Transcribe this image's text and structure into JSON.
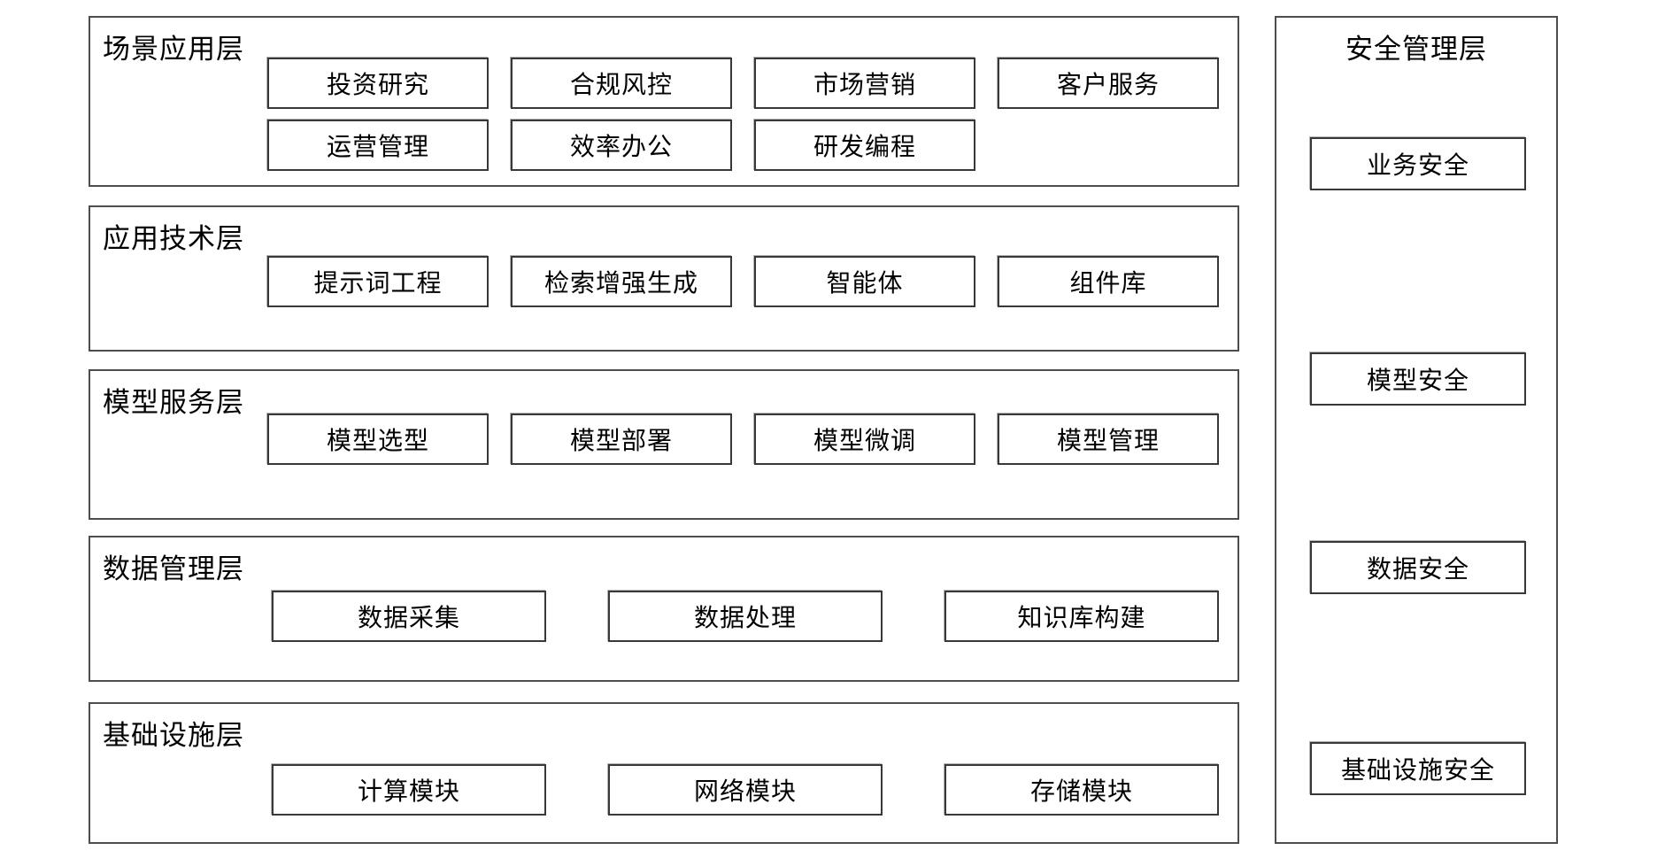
{
  "diagram": {
    "layers": [
      {
        "title": "场景应用层",
        "rows": [
          [
            "投资研究",
            "合规风控",
            "市场营销",
            "客户服务"
          ],
          [
            "运营管理",
            "效率办公",
            "研发编程"
          ]
        ]
      },
      {
        "title": "应用技术层",
        "rows": [
          [
            "提示词工程",
            "检索增强生成",
            "智能体",
            "组件库"
          ]
        ]
      },
      {
        "title": "模型服务层",
        "rows": [
          [
            "模型选型",
            "模型部署",
            "模型微调",
            "模型管理"
          ]
        ]
      },
      {
        "title": "数据管理层",
        "rows": [
          [
            "数据采集",
            "数据处理",
            "知识库构建"
          ]
        ]
      },
      {
        "title": "基础设施层",
        "rows": [
          [
            "计算模块",
            "网络模块",
            "存储模块"
          ]
        ]
      }
    ],
    "security": {
      "title": "安全管理层",
      "items": [
        "业务安全",
        "模型安全",
        "数据安全",
        "基础设施安全"
      ]
    }
  },
  "colors": {
    "background": "#ffffff",
    "panel_border": "#4d4d4d",
    "node_border": "#383838",
    "text": "#000000"
  }
}
